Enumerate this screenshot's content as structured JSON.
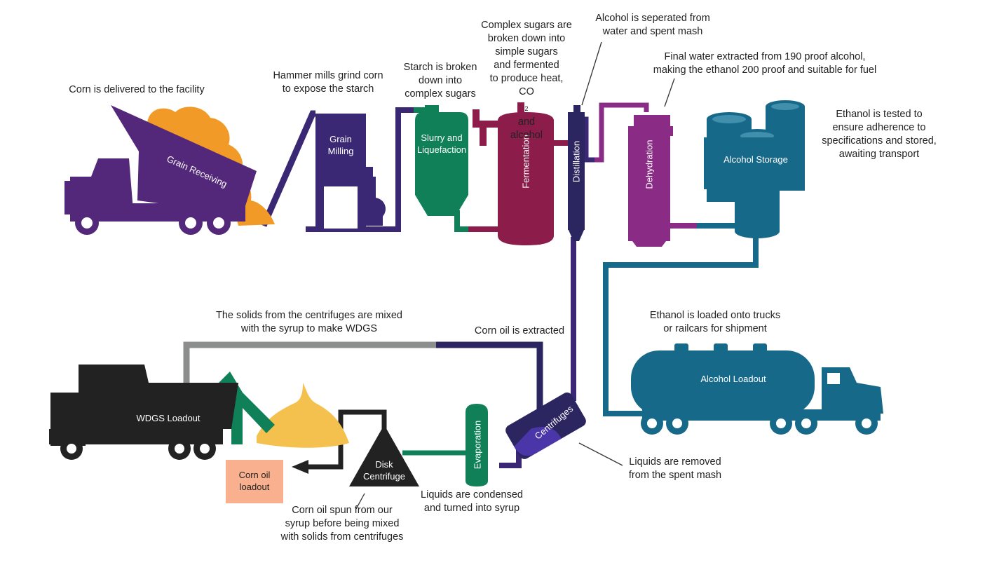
{
  "colors": {
    "purple": "#53287a",
    "indigo": "#3a2875",
    "navy": "#2b2560",
    "green": "#0f8057",
    "maroon": "#8c1d4b",
    "magenta": "#8a2c85",
    "teal": "#17698a",
    "black": "#222222",
    "gray": "#8c8e8d",
    "corn_orange": "#f19a27",
    "wdgs_yellow": "#f4c04e",
    "oil_peach": "#f9b08f"
  },
  "stages": {
    "grain_receiving": "Grain Receiving",
    "grain_milling": [
      "Grain",
      "Milling"
    ],
    "slurry": [
      "Slurry and",
      "Liquefaction"
    ],
    "fermentation": "Fermentation",
    "distillation": "Distillation",
    "dehydration": "Dehydration",
    "alcohol_storage": "Alcohol Storage",
    "alcohol_loadout": "Alcohol Loadout",
    "centrifuges": "Centrifuges",
    "evaporation": "Evaporation",
    "disk_centrifuge": [
      "Disk",
      "Centrifuge"
    ],
    "wdgs_loadout": "WDGS Loadout",
    "corn_oil_loadout": [
      "Corn oil",
      "loadout"
    ]
  },
  "annotations": {
    "corn_delivered": "Corn is delivered to the facility",
    "hammer_mills": [
      "Hammer mills grind corn",
      "to expose the starch"
    ],
    "starch": [
      "Starch is broken",
      "down into",
      "complex sugars"
    ],
    "complex_sugars": [
      "Complex sugars are",
      "broken down into",
      "simple sugars",
      "and fermented",
      "to produce heat,"
    ],
    "co2_main": "CO",
    "co2_sub": "2",
    "co2_and": " and",
    "alcohol_word": "alcohol",
    "alcohol_separated": [
      "Alcohol is seperated from",
      "water and spent mash"
    ],
    "final_water": [
      "Final water extracted from 190 proof alcohol,",
      "making the ethanol 200 proof and suitable for fuel"
    ],
    "ethanol_tested": [
      "Ethanol is tested to",
      "ensure adherence to",
      "specifications and stored,",
      "awaiting transport"
    ],
    "solids_mixed": [
      "The solids from the centrifuges are mixed",
      "with the syrup to make WDGS"
    ],
    "corn_oil_extracted": "Corn oil is extracted",
    "ethanol_loaded": [
      "Ethanol is loaded onto trucks",
      "or railcars for shipment"
    ],
    "liquids_removed": [
      "Liquids are removed",
      "from the spent mash"
    ],
    "liquids_condensed": [
      "Liquids are condensed",
      "and turned into syrup"
    ],
    "corn_oil_spun": [
      "Corn oil spun from our",
      "syrup before being mixed",
      "with solids from centrifuges"
    ]
  }
}
